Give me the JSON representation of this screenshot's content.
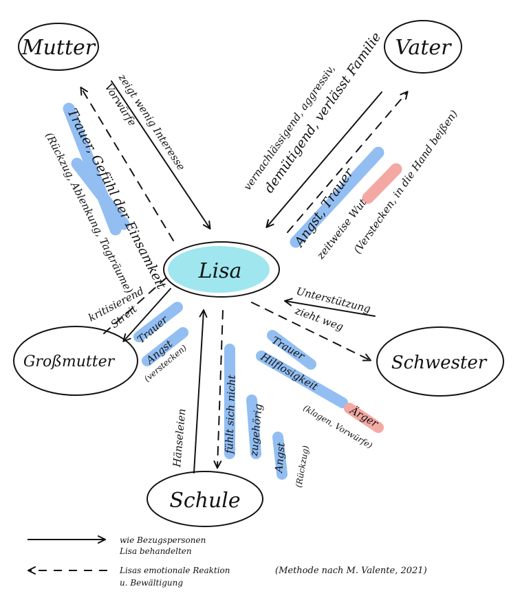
{
  "nodes": {
    "mutter": "Mutter",
    "vater": "Vater",
    "lisa": "Lisa",
    "grossmutter": "Großmutter",
    "schwester": "Schwester",
    "schule": "Schule"
  },
  "edges": {
    "mutter_to_lisa": [
      "zeigt wenig Interesse",
      "Vorwürfe"
    ],
    "lisa_to_mutter_emotions": [
      "Trauer, Gefühl der Einsamkeit"
    ],
    "lisa_to_mutter_coping": "(Rückzug, Ablenkung, Tagträume)",
    "vater_to_lisa": [
      "vernachlässigend, aggressiv,",
      "demütigend, verlässt Familie"
    ],
    "lisa_to_vater_emotions": [
      "Angst, Trauer",
      "zeitweise Wut"
    ],
    "lisa_to_vater_coping": "(Verstecken, in die Hand beißen)",
    "grossmutter_to_lisa": [
      "kritisierend",
      "Streit"
    ],
    "lisa_to_grossmutter_emotions": [
      "Trauer",
      "Angst"
    ],
    "lisa_to_grossmutter_coping": "(verstecken)",
    "schwester_to_lisa": "Unterstützung",
    "lisa_to_schwester": "zieht weg",
    "lisa_to_schwester_emotions": [
      "Trauer",
      "Hilflosigkeit"
    ],
    "lisa_to_schwester_anger": "Ärger",
    "lisa_to_schwester_coping": "(klagen, Vorwürfe)",
    "schule_to_lisa": "Hänseleien",
    "lisa_to_schule": [
      "fühlt sich nicht",
      "zugehörig",
      "Angst"
    ],
    "lisa_to_schule_coping": "(Rückzug)"
  },
  "legend": {
    "solid": [
      "wie Bezugspersonen",
      "Lisa behandelten"
    ],
    "dashed": [
      "Lisas emotionale Reaktion",
      "u. Bewältigung"
    ],
    "source": "(Methode nach M. Valente, 2021)"
  },
  "colors": {
    "highlight_blue": "#7fb3f0",
    "highlight_red": "#f29a94",
    "lisa_fill": "#9fe6ef"
  }
}
